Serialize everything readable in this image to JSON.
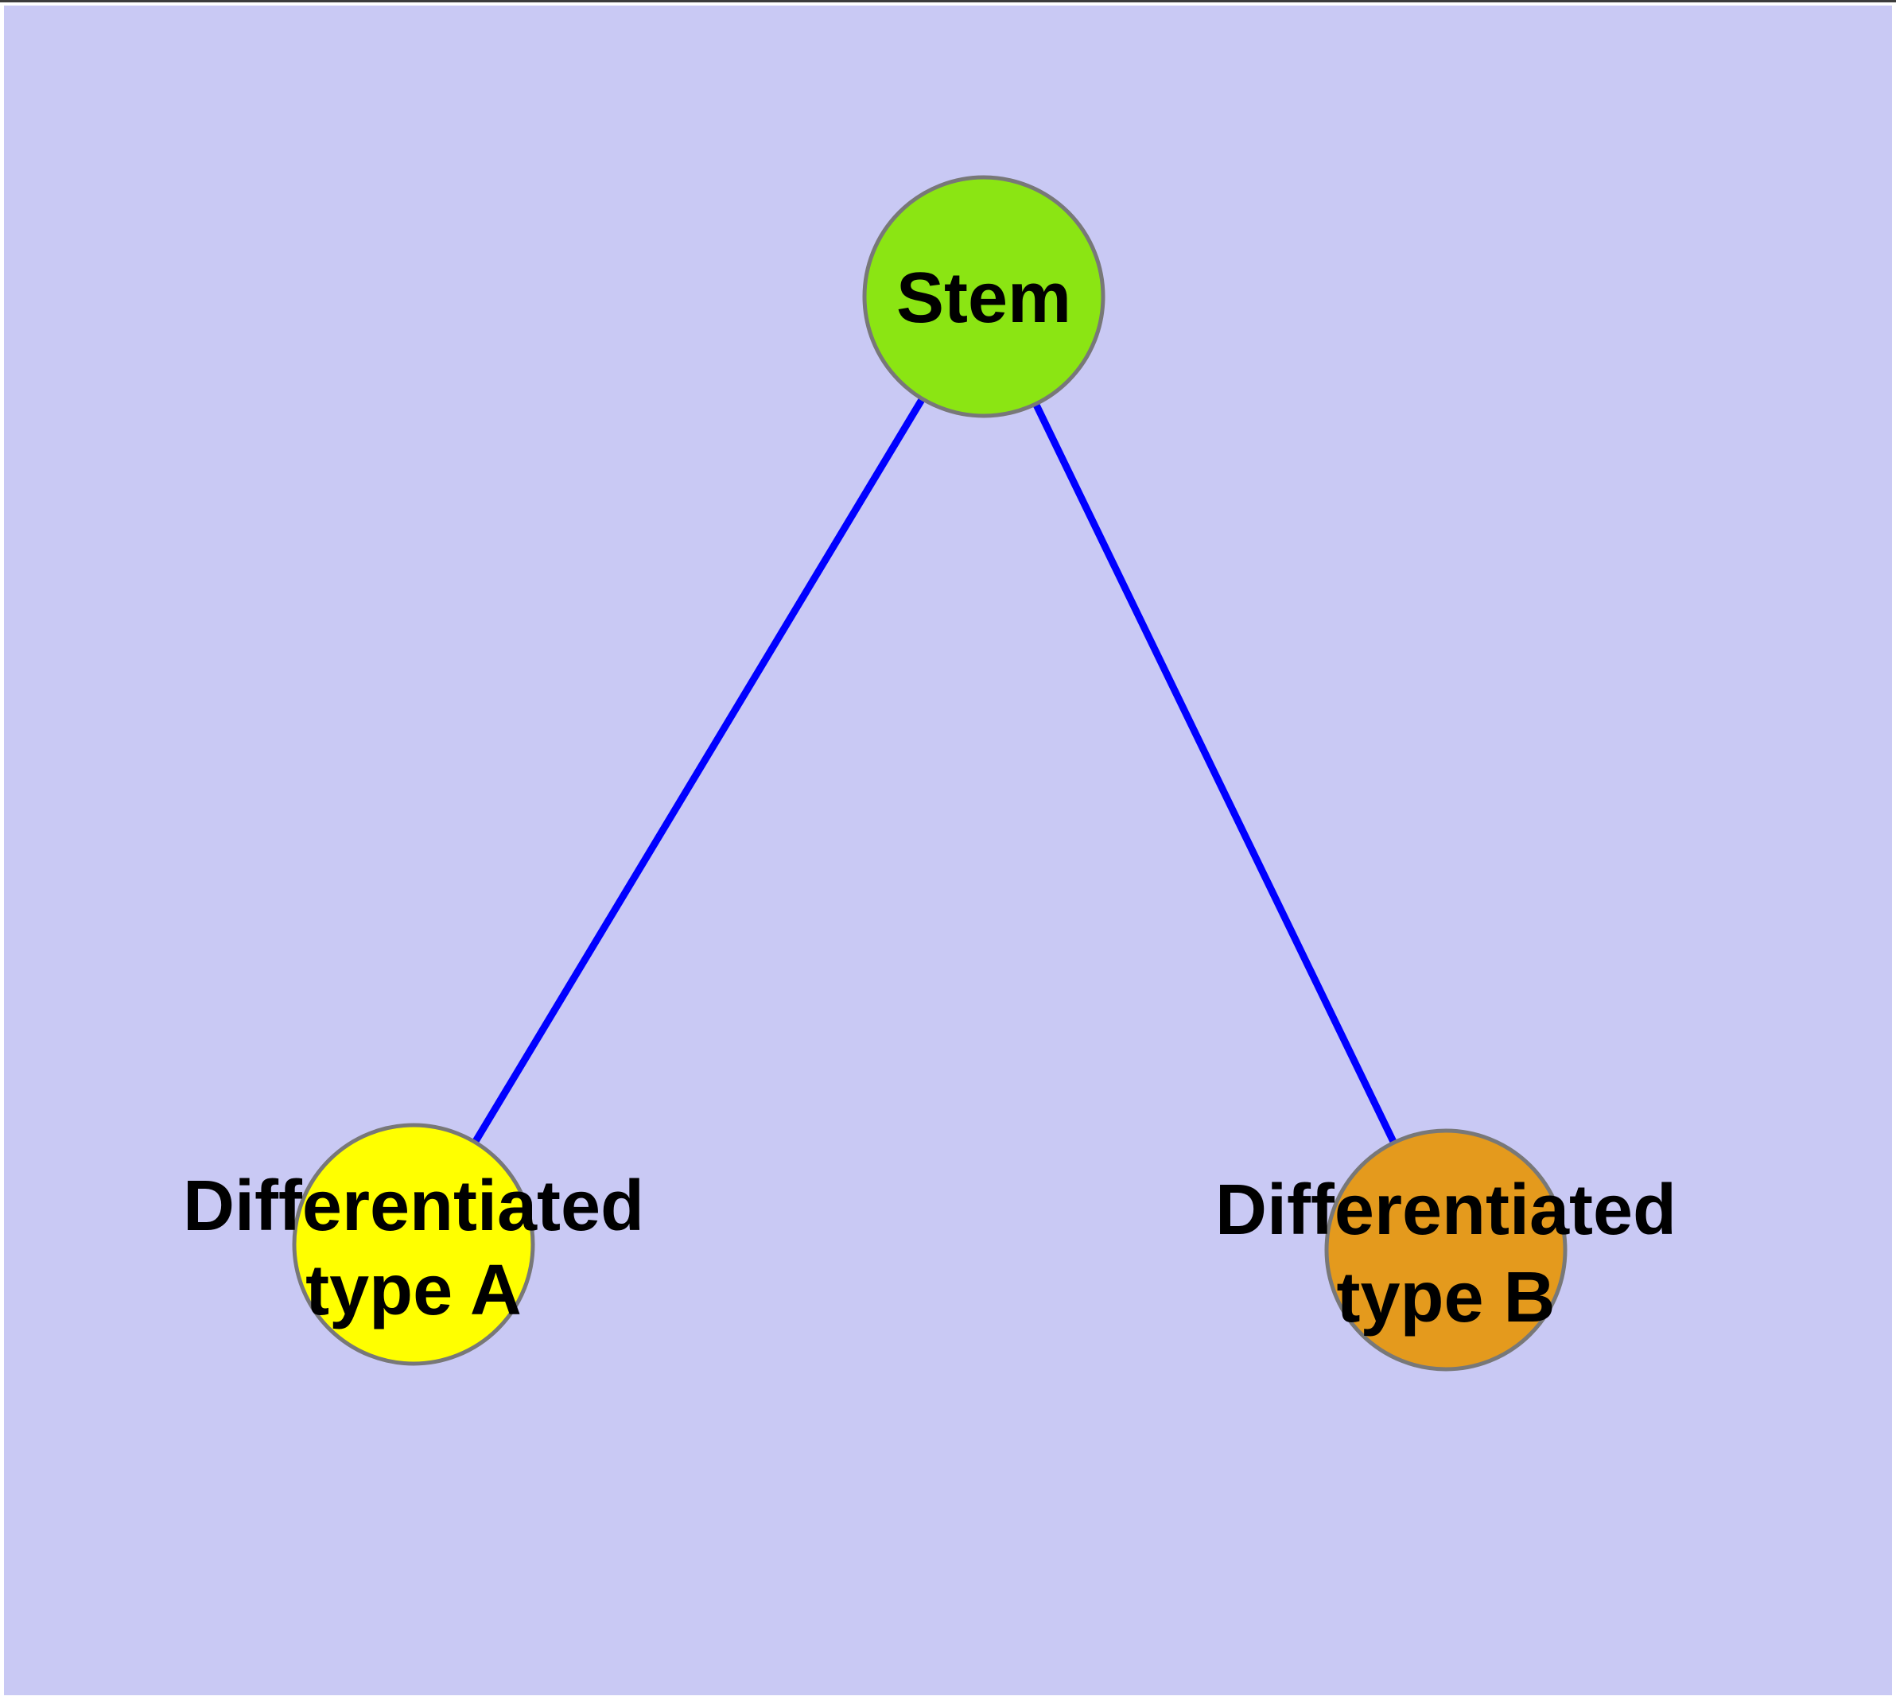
{
  "diagram": {
    "type": "node-link-tree",
    "description": "Cell differentiation hierarchy: a Stem node branching to two differentiated cell types",
    "colors": {
      "page_background": "#FFFFFF",
      "canvas_background": "#C9C9F4",
      "top_window_edge": "#3C3C3C",
      "edge_stroke": "#0000FF",
      "node_border": "#787878",
      "label_color": "#000000"
    },
    "nodes": [
      {
        "id": "stem",
        "label": "Stem",
        "fill": "#8BE513"
      },
      {
        "id": "type-a",
        "label_line1": "Differentiated",
        "label_line2": "type A",
        "fill": "#FFFF00"
      },
      {
        "id": "type-b",
        "label_line1": "Differentiated",
        "label_line2": "type B",
        "fill": "#E49A1D"
      }
    ],
    "edges": [
      {
        "from": "Stem",
        "to": "Differentiated type A"
      },
      {
        "from": "Stem",
        "to": "Differentiated type B"
      }
    ]
  }
}
